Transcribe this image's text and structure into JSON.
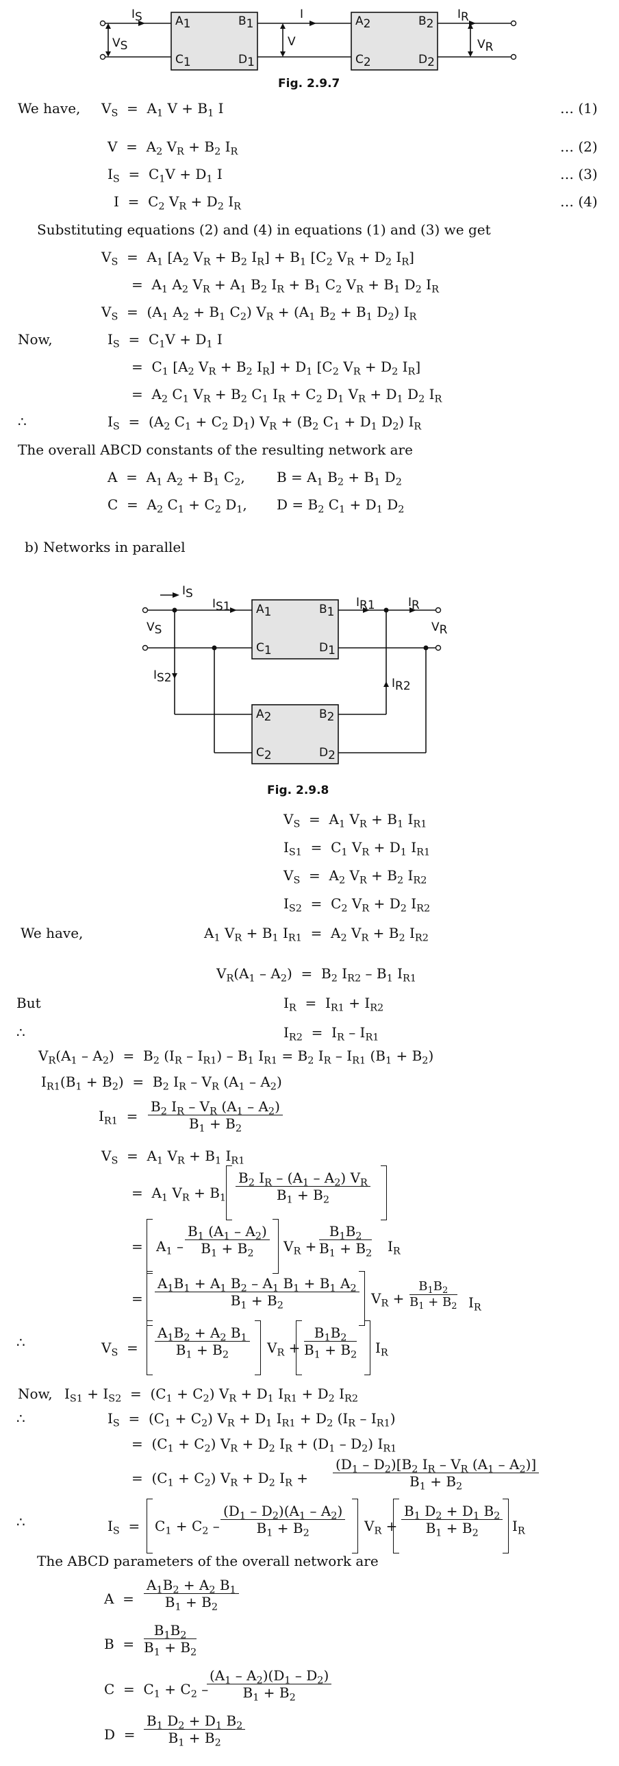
{
  "fig1_caption": "Fig. 2.9.7",
  "fig2_caption": "Fig. 2.9.8",
  "fig1": {
    "is": "I",
    "is_sub": "S",
    "vs": "V",
    "vs_sub": "S",
    "a1": "A",
    "a1_sub": "1",
    "b1": "B",
    "b1_sub": "1",
    "c1": "C",
    "c1_sub": "1",
    "d1": "D",
    "d1_sub": "1",
    "i": "I",
    "v": "V",
    "a2": "A",
    "a2_sub": "2",
    "b2": "B",
    "b2_sub": "2",
    "c2": "C",
    "c2_sub": "2",
    "d2": "D",
    "d2_sub": "2",
    "ir": "I",
    "ir_sub": "R",
    "vr": "V",
    "vr_sub": "R"
  },
  "fig2": {
    "is": "I",
    "is_sub": "S",
    "is1": "I",
    "is1_sub": "S1",
    "vs": "V",
    "vs_sub": "S",
    "is2": "I",
    "is2_sub": "S2",
    "a1": "A",
    "a1_sub": "1",
    "b1": "B",
    "b1_sub": "1",
    "c1": "C",
    "c1_sub": "1",
    "d1": "D",
    "d1_sub": "1",
    "a2": "A",
    "a2_sub": "2",
    "b2": "B",
    "b2_sub": "2",
    "c2": "C",
    "c2_sub": "2",
    "d2": "D",
    "d2_sub": "2",
    "ir1": "I",
    "ir1_sub": "R1",
    "ir": "I",
    "ir_sub": "R",
    "vr": "V",
    "vr_sub": "R",
    "ir2": "I",
    "ir2_sub": "R2"
  },
  "eq_numbers": [
    "… (1)",
    "… (2)",
    "… (3)",
    "… (4)"
  ],
  "text": {
    "we_have": "We have,",
    "substituting": "Substituting equations (2) and (4) in equations (1) and (3) we get",
    "now": "Now,",
    "therefore": "∴",
    "overall_constants": "The overall ABCD constants of the resulting network are",
    "parallel_heading": "b) Networks in parallel",
    "but": "But",
    "abcd_overall": "The ABCD parameters of the overall network are"
  }
}
